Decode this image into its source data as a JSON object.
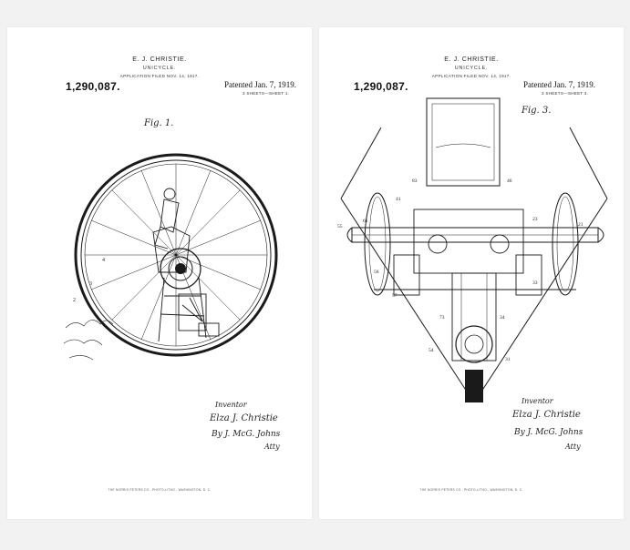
{
  "colors": {
    "ink": "#1a1a1a",
    "paper": "#ffffff",
    "background": "#f2f2f2"
  },
  "sheets": [
    {
      "inventor_name": "E. J. CHRISTIE.",
      "title": "UNICYCLE.",
      "filed": "APPLICATION FILED NOV. 14, 1917.",
      "patent_number": "1,290,087.",
      "patented": "Patented Jan. 7, 1919.",
      "sheet_info": "3 SHEETS—SHEET 1.",
      "figure": "Fig. 1.",
      "signature_heading": "Inventor",
      "signature_name": "Elza J. Christie",
      "attorney_line": "By J. McG. Johns",
      "attorney_label": "Atty",
      "footer": "THE NORRIS PETERS CO., PHOTO-LITHO., WASHINGTON, D. C."
    },
    {
      "inventor_name": "E. J. CHRISTIE.",
      "title": "UNICYCLE.",
      "filed": "APPLICATION FILED NOV. 14, 1917.",
      "patent_number": "1,290,087.",
      "patented": "Patented Jan. 7, 1919.",
      "sheet_info": "3 SHEETS—SHEET 3.",
      "figure": "Fig. 3.",
      "signature_heading": "Inventor",
      "signature_name": "Elza J. Christie",
      "attorney_line": "By J. McG. Johns",
      "attorney_label": "Atty",
      "footer": "THE NORRIS PETERS CO., PHOTO-LITHO., WASHINGTON, D. C."
    }
  ]
}
